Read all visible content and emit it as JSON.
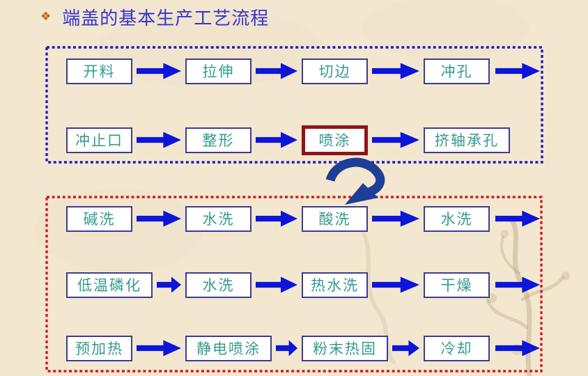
{
  "title": {
    "bullet": "❖",
    "text": "端盖的基本生产工艺流程"
  },
  "colors": {
    "background_beige": "#f3e7d0",
    "title_blue": "#3434cf",
    "bullet_orange": "#c2600e",
    "step_text_teal": "#349a90",
    "box_border_blue": "#3c3c8f",
    "arrow_blue": "#0d15d8",
    "group1_dotted_border": "#1c1cbe",
    "group2_dotted_border": "#ce1c1c",
    "highlight_border_maroon": "#8e1515",
    "connector_navy": "#1f3e96"
  },
  "flow_groups": [
    {
      "border_color": "#1c1cbe",
      "rows": [
        {
          "cells": [
            {
              "label": "开料"
            },
            {
              "label": "拉伸"
            },
            {
              "label": "切边"
            },
            {
              "label": "冲孔"
            }
          ],
          "trailing_arrow": true
        },
        {
          "cells": [
            {
              "label": "冲止口"
            },
            {
              "label": "整形"
            },
            {
              "label": "喷涂",
              "highlight": true
            },
            {
              "label": "挤轴承孔"
            }
          ],
          "trailing_arrow": false
        }
      ]
    },
    {
      "border_color": "#ce1c1c",
      "rows": [
        {
          "cells": [
            {
              "label": "碱洗"
            },
            {
              "label": "水洗"
            },
            {
              "label": "酸洗"
            },
            {
              "label": "水洗"
            }
          ],
          "trailing_arrow": true
        },
        {
          "cells": [
            {
              "label": "低温磷化"
            },
            {
              "label": "水洗"
            },
            {
              "label": "热水洗"
            },
            {
              "label": "干燥"
            }
          ],
          "trailing_arrow": true
        },
        {
          "cells": [
            {
              "label": "预加热"
            },
            {
              "label": "静电喷涂"
            },
            {
              "label": "粉末热固"
            },
            {
              "label": "冷却"
            }
          ],
          "trailing_arrow": true
        }
      ]
    }
  ],
  "connector": {
    "from": "喷涂",
    "to": "酸洗"
  }
}
